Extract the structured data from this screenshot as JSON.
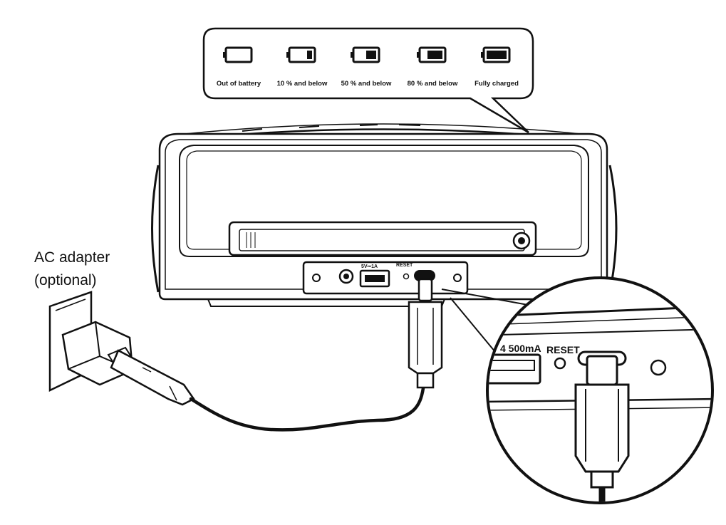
{
  "battery_legend": {
    "items": [
      {
        "label": "Out of battery",
        "level": 0
      },
      {
        "label": "10 % and below",
        "level": 0.25
      },
      {
        "label": "50 % and below",
        "level": 0.5
      },
      {
        "label": "80 % and below",
        "level": 0.75
      },
      {
        "label": "Fully charged",
        "level": 1
      }
    ]
  },
  "adapter": {
    "line1": "AC adapter",
    "line2": "(optional)"
  },
  "device_panel": {
    "usb_label": "5V⎓1A",
    "reset_label": "RESET"
  },
  "zoom": {
    "usb_label": "4 500mA",
    "reset_label": "RESET"
  },
  "colors": {
    "ink": "#111111",
    "background": "#ffffff"
  }
}
